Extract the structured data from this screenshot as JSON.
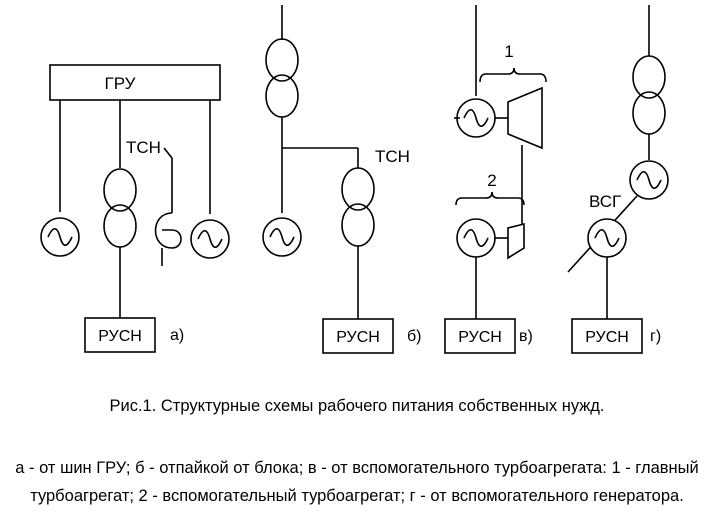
{
  "diagram": {
    "bus_label": "ГРУ",
    "transformer_label": "ТСН",
    "aux_generator_label": "ВСГ",
    "switchgear_label": "РУСН",
    "turbine_main_marker": "1",
    "turbine_aux_marker": "2",
    "subfigure_labels": [
      "а)",
      "б)",
      "в)",
      "г)"
    ],
    "symbols": {
      "generator": "sine-wave-circle",
      "transformer": "two-winding-transformer",
      "reactor": "reactor-coil",
      "turbine": "turbine-trapezoid"
    }
  },
  "caption": {
    "title": "Рис.1. Структурные схемы рабочего питания собственных нужд.",
    "description_line1": "а - от шин ГРУ; б - отпайкой от блока; в - от вспомогательного турбоагрегата: 1 - главный",
    "description_line2": "турбоагрегат; 2 - вспомогательный турбоагрегат; г - от вспомогательного генератора."
  }
}
